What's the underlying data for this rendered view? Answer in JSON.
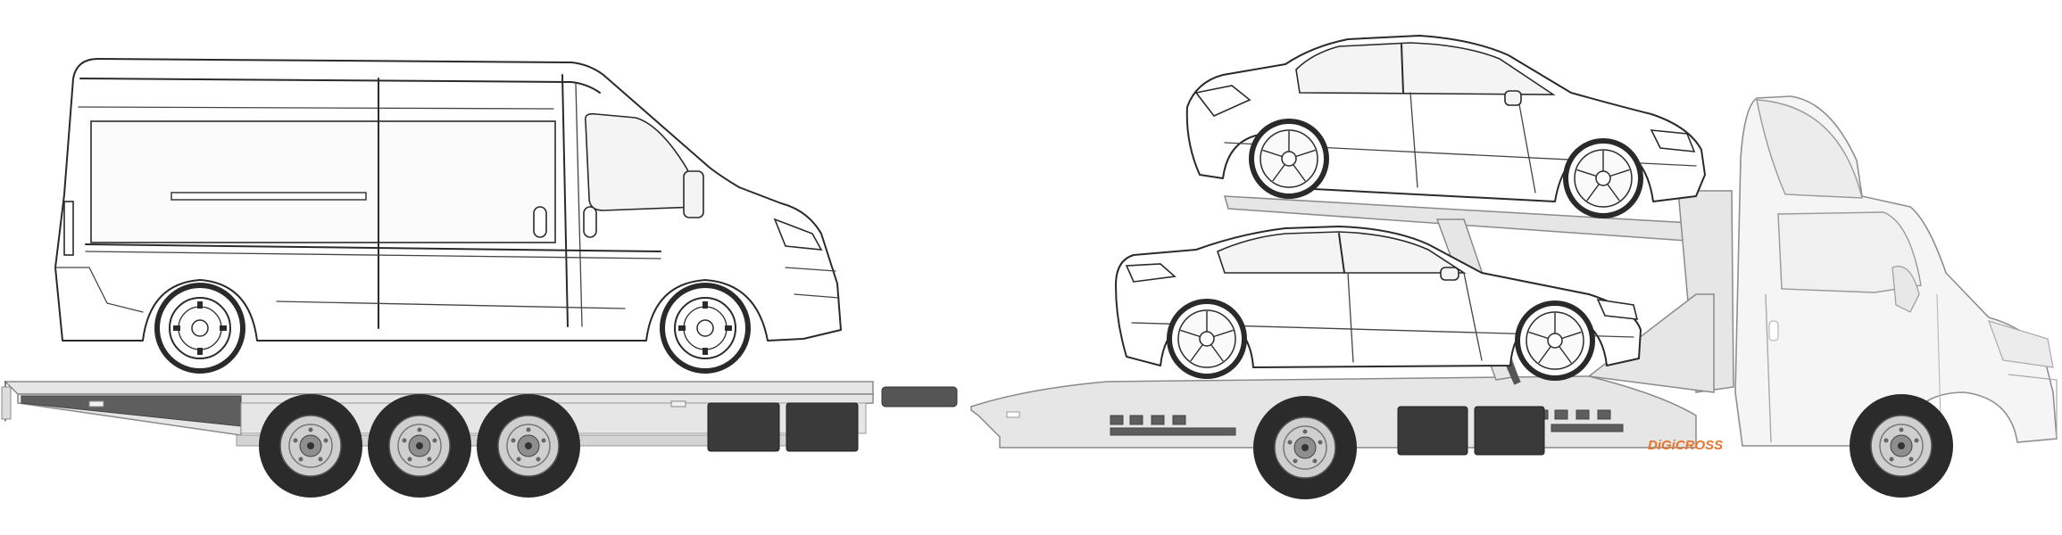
{
  "brand": {
    "logo_text": "DiGiCROSS",
    "logo_color": "#e8742a"
  },
  "vehicles": [
    {
      "name": "trailer-with-van",
      "cargo": [
        "panel-van"
      ],
      "axles": 3
    },
    {
      "name": "car-transporter-truck",
      "cargo": [
        "sedan-upper",
        "sedan-lower"
      ],
      "axles": 2
    }
  ],
  "colors": {
    "outline": "#2a2a2a",
    "deck": "#e6e6e6",
    "chassis_dark": "#5e5e5e",
    "tire": "#2b2b2b",
    "cab": "#f5f5f5"
  }
}
